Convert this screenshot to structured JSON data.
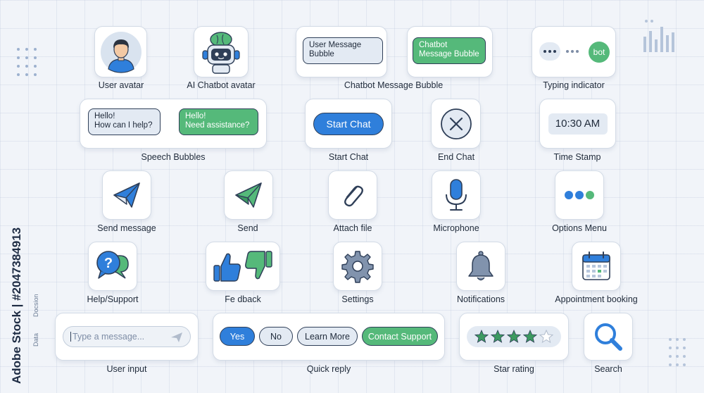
{
  "colors": {
    "accent_blue": "#2f7fdb",
    "accent_green": "#55b97a",
    "outline": "#2f3f58",
    "tile_bg": "#ffffff",
    "page_bg": "#f1f4f9"
  },
  "items": {
    "user_avatar": {
      "label": "User avatar",
      "icon": "user-avatar-icon"
    },
    "ai_avatar": {
      "label": "AI Chatbot avatar",
      "icon": "robot-icon"
    },
    "message_bubble": {
      "label": "Chatbot Message Bubble",
      "user_text": "User Message Bubble",
      "bot_text": "Chatbot Message Bubble"
    },
    "typing": {
      "label": "Typing indicator",
      "bot_text": "bot"
    },
    "speech": {
      "label": "Speech Bubbles",
      "user_line1": "Hello!",
      "user_line2": "How can I help?",
      "bot_line1": "Hello!",
      "bot_line2": "Need assistance?"
    },
    "start_chat": {
      "label": "Start Chat",
      "button": "Start Chat"
    },
    "end_chat": {
      "label": "End Chat",
      "icon": "close-icon"
    },
    "time_stamp": {
      "label": "Time Stamp",
      "time": "10:30 AM"
    },
    "send_message": {
      "label": "Send message",
      "icon": "paper-plane-icon"
    },
    "send": {
      "label": "Send",
      "icon": "paper-plane-green-icon"
    },
    "attach": {
      "label": "Attach file",
      "icon": "paperclip-icon"
    },
    "microphone": {
      "label": "Microphone",
      "icon": "microphone-icon"
    },
    "options": {
      "label": "Options Menu",
      "icon": "dots-icon"
    },
    "help": {
      "label": "Help/Support",
      "icon": "question-bubble-icon"
    },
    "feedback": {
      "label": "Fe  dback",
      "icon": "thumbs-icon"
    },
    "settings": {
      "label": "Settings",
      "icon": "gear-icon"
    },
    "notifications": {
      "label": "Notifications",
      "icon": "bell-icon"
    },
    "appointment": {
      "label": "Appointment booking",
      "icon": "calendar-icon"
    },
    "user_input": {
      "label": "User input",
      "placeholder": "Type a message..."
    },
    "quick_reply": {
      "label": "Quick reply",
      "options": [
        "Yes",
        "No",
        "Learn More",
        "Contact Support"
      ]
    },
    "star_rating": {
      "label": "Star rating",
      "rating": 4,
      "max": 5
    },
    "search": {
      "label": "Search",
      "icon": "search-icon"
    }
  },
  "watermark": {
    "credit": "Adobe Stock | #2047384913",
    "side_label_1": "Data",
    "side_label_2": "Docsion"
  }
}
